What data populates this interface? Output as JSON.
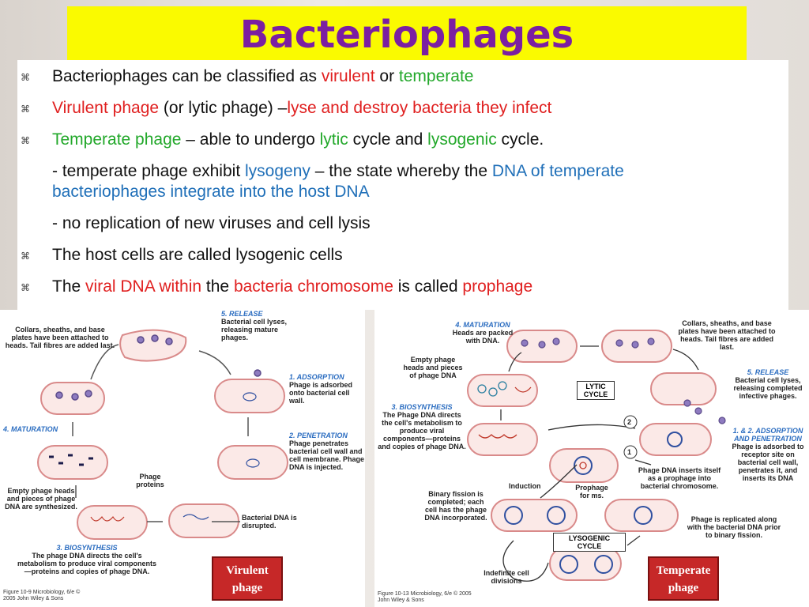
{
  "title": "Bacteriophages",
  "bullets": [
    {
      "mark": "⌘",
      "parts": [
        "Bacteriophages can be classified as ",
        "virulent",
        " or ",
        "temperate"
      ]
    },
    {
      "mark": "⌘",
      "parts": [
        "Virulent phage",
        " (or lytic phage) –",
        "lyse and destroy bacteria they infect"
      ]
    },
    {
      "mark": "⌘",
      "parts": [
        "Temperate phage",
        " – able to undergo ",
        "lytic",
        " cycle and ",
        "lysogenic",
        " cycle."
      ]
    },
    {
      "mark": "",
      "parts": [
        "- temperate phage exhibit ",
        "lysogeny",
        " – the state whereby the ",
        "DNA of temperate bacteriophages integrate into the host DNA"
      ]
    },
    {
      "mark": "",
      "parts": [
        "- no replication of new viruses and cell lysis"
      ]
    },
    {
      "mark": "⌘",
      "parts": [
        "The host cells are called lysogenic cells"
      ]
    },
    {
      "mark": "⌘",
      "parts": [
        "The ",
        "viral DNA within",
        " the ",
        "bacteria chromosome",
        " is called ",
        "prophage"
      ]
    }
  ],
  "left_diagram": {
    "captions": {
      "release_h": "5. RELEASE",
      "release": "Bacterial cell lyses, releasing mature phages.",
      "collars": "Collars, sheaths, and base plates have been attached to heads. Tail fibres are added last.",
      "adsorption_h": "1. ADSORPTION",
      "adsorption": "Phage is adsorbed onto bacterial cell wall.",
      "maturation_h": "4. MATURATION",
      "penetration_h": "2. PENETRATION",
      "penetration": "Phage penetrates bacterial cell wall and cell membrane. Phage DNA is injected.",
      "empty": "Empty phage heads and pieces of phage DNA are synthesized.",
      "proteins": "Phage proteins",
      "disrupted": "Bacterial DNA is disrupted.",
      "biosynthesis_h": "3. BIOSYNTHESIS",
      "biosynthesis": "The phage DNA directs the cell's metabolism to produce viral components—proteins and copies of phage DNA."
    },
    "footer": "Figure 10-9 Microbiology, 6/e © 2005 John Wiley & Sons",
    "tag": "Virulent phage"
  },
  "right_diagram": {
    "captions": {
      "maturation_h": "4. MATURATION",
      "maturation": "Heads are packed with DNA.",
      "collars": "Collars, sheaths, and base plates have been attached to heads. Tail fibres are added last.",
      "empty": "Empty phage heads and pieces of phage DNA",
      "lytic": "LYTIC CYCLE",
      "release_h": "5. RELEASE",
      "release": "Bacterial cell lyses, releasing completed infective phages.",
      "biosynthesis_h": "3. BIOSYNTHESIS",
      "biosynthesis": "The Phage DNA directs the cell's metabolism to produce viral components—proteins and copies of phage DNA.",
      "adsorption_h": "1. & 2. ADSORPTION AND PENETRATION",
      "adsorption": "Phage is adsorbed to receptor site on bacterial cell wall, penetrates it, and inserts its DNA",
      "num2": "2",
      "num1": "1",
      "induction": "Induction",
      "prophage": "Prophage for ms.",
      "inserts": "Phage DNA inserts itself as a prophage into bacterial chromosome.",
      "binary": "Binary fission is completed; each cell has the phage DNA incorporated.",
      "replicated": "Phage is replicated along with the bacterial DNA prior to binary fission.",
      "lysogenic": "LYSOGENIC CYCLE",
      "indefinite": "Indefinite cell divisions"
    },
    "footer": "Figure 10-13 Microbiology, 6/e © 2005 John Wiley & Sons",
    "tag": "Temperate phage"
  },
  "colors": {
    "title": "#7b1fa2",
    "title_bg": "#fafa00",
    "red": "#e02020",
    "green": "#22a82a",
    "blue": "#1f6fb8",
    "tag_bg": "#c62828"
  }
}
